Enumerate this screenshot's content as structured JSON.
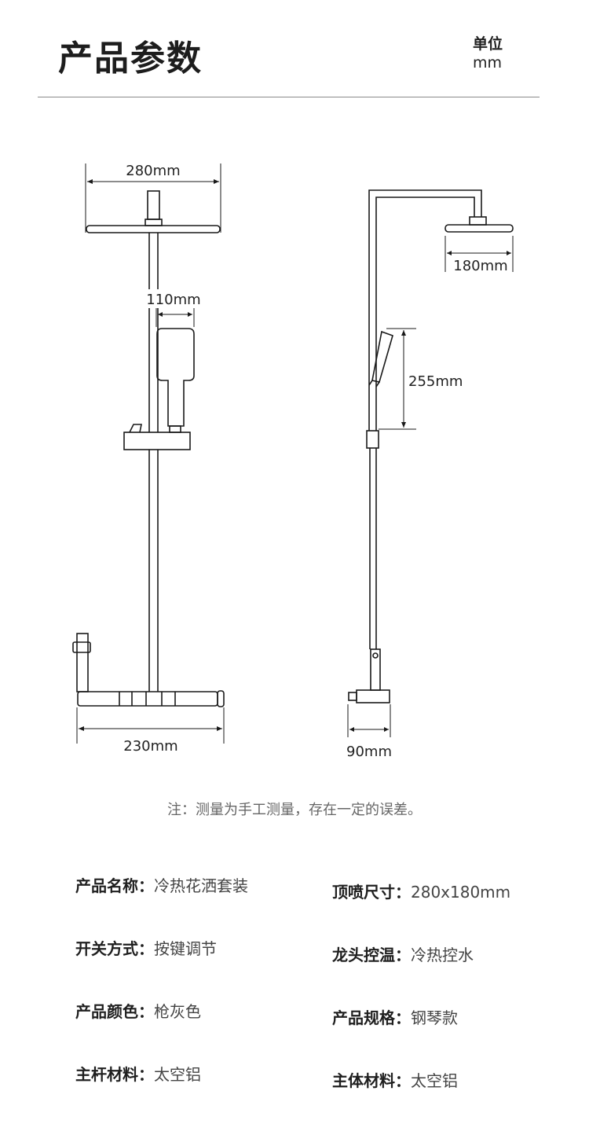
{
  "header": {
    "title": "产品参数",
    "unit_label": "单位",
    "unit_value": "mm"
  },
  "dimensions": {
    "top_width": "280mm",
    "handshower_width": "110mm",
    "base_width": "230mm",
    "side_head_depth": "180mm",
    "handshower_height": "255mm",
    "side_base_depth": "90mm"
  },
  "note": "注：测量为手工测量，存在一定的误差。",
  "specs": {
    "left": [
      {
        "key": "产品名称：",
        "value": "冷热花洒套装"
      },
      {
        "key": "开关方式：",
        "value": "按键调节"
      },
      {
        "key": "产品颜色：",
        "value": "枪灰色"
      },
      {
        "key": "主杆材料：",
        "value": "太空铝"
      }
    ],
    "right": [
      {
        "key": "顶喷尺寸：",
        "value": "280x180mm"
      },
      {
        "key": "龙头控温：",
        "value": "冷热控水"
      },
      {
        "key": "产品规格：",
        "value": "钢琴款"
      },
      {
        "key": "主体材料：",
        "value": "太空铝"
      }
    ]
  }
}
